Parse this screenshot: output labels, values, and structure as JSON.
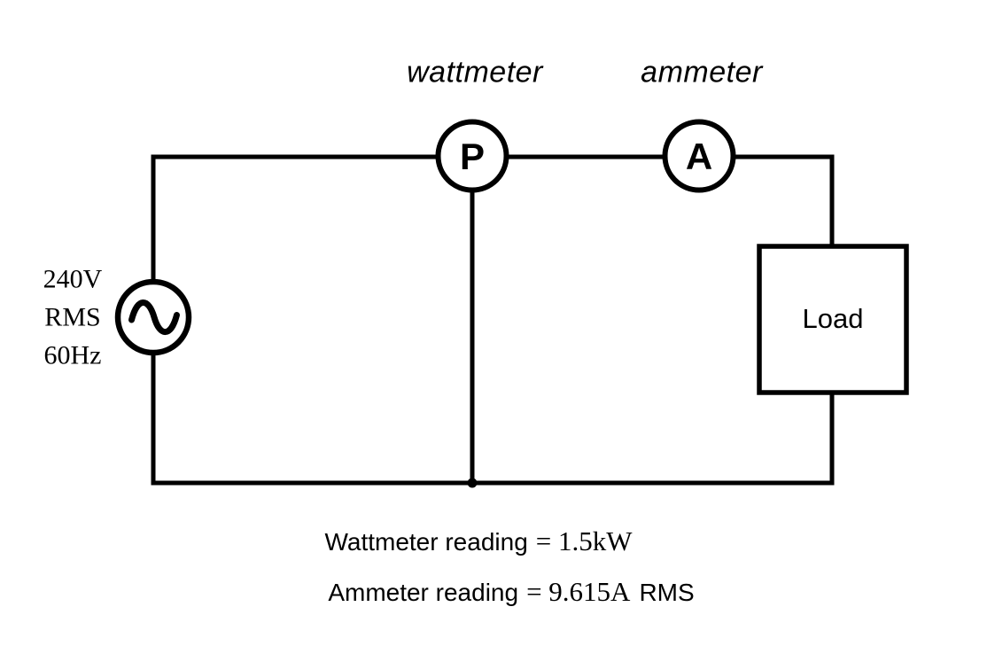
{
  "diagram": {
    "meters": {
      "wattmeter_name": "wattmeter",
      "ammeter_name": "ammeter",
      "wattmeter_symbol": "P",
      "ammeter_symbol": "A"
    },
    "source": {
      "lines": [
        "240V",
        "RMS",
        "60Hz"
      ]
    },
    "load_label": "Load",
    "readings": {
      "wattmeter": {
        "label": "Wattmeter reading",
        "value": "= 1.5kW"
      },
      "ammeter": {
        "label": "Ammeter reading",
        "value": "= 9.615A",
        "unit": "RMS"
      }
    },
    "colors": {
      "line": "#000000",
      "background": "#ffffff"
    }
  }
}
